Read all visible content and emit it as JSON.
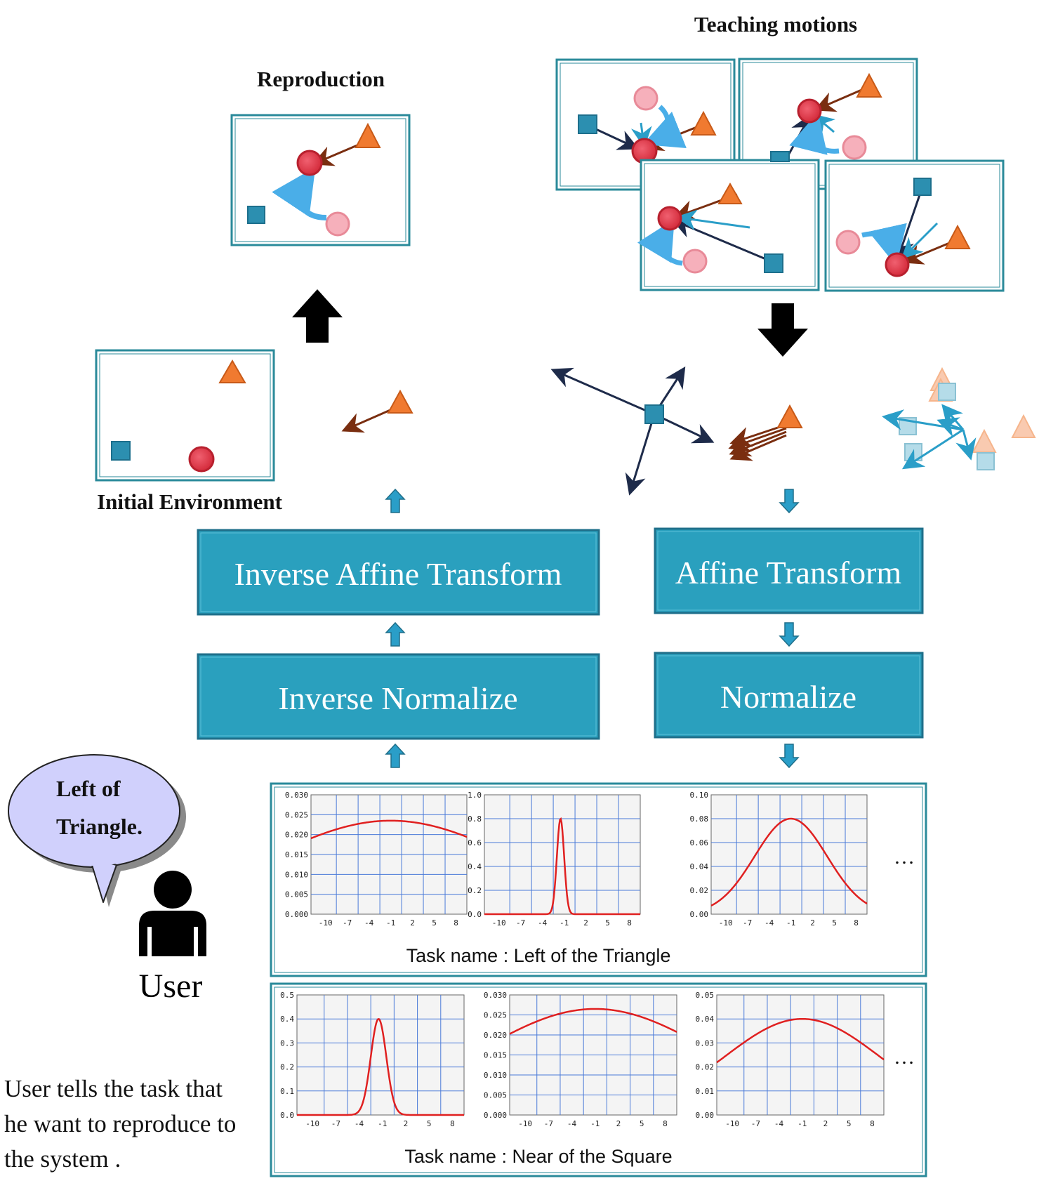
{
  "labels": {
    "teaching_motions": "Teaching motions",
    "reproduction": "Reproduction",
    "initial_environment": "Initial Environment",
    "user": "User",
    "speech": [
      "Left of",
      "Triangle."
    ],
    "user_caption": [
      "User tells the task that",
      "he want to reproduce to",
      "the system ."
    ],
    "ellipsis": "…"
  },
  "process": {
    "inverse_affine": "Inverse Affine Transform",
    "affine": "Affine Transform",
    "inverse_normalize": "Inverse Normalize",
    "normalize": "Normalize"
  },
  "colors": {
    "process_fill": "#2aa0be",
    "process_border": "#1f6f8a",
    "frame_border": "#2a8a9a",
    "circle": "#e04050",
    "circle_light": "#f6b0bb",
    "triangle": "#f07a30",
    "square": "#2c8fb0",
    "arrow_blue": "#4aaee8",
    "arrow_dark": "#1e2b4a",
    "arrow_brown": "#7a2e10",
    "curve": "#e02020",
    "grid": "#4a7ad8"
  },
  "chart_data": [
    {
      "task": "Task name : Left of the Triangle",
      "type": "line",
      "x_ticks": [
        "-10",
        "-7",
        "-4",
        "-1",
        "2",
        "5",
        "8"
      ],
      "plots": [
        {
          "mean": -1,
          "sd": 17,
          "peak": 0.0235,
          "ylim": [
            0,
            0.03
          ],
          "y_ticks": [
            "0.000",
            "0.005",
            "0.010",
            "0.015",
            "0.020",
            "0.025",
            "0.030"
          ]
        },
        {
          "mean": -1.5,
          "sd": 0.5,
          "peak": 0.8,
          "ylim": [
            0,
            1.0
          ],
          "y_ticks": [
            "0.0",
            "0.2",
            "0.4",
            "0.6",
            "0.8",
            "1.0"
          ]
        },
        {
          "mean": -1,
          "sd": 5,
          "peak": 0.08,
          "ylim": [
            0,
            0.1
          ],
          "y_ticks": [
            "0.00",
            "0.02",
            "0.04",
            "0.06",
            "0.08",
            "0.10"
          ]
        }
      ]
    },
    {
      "task": "Task name : Near of the Square",
      "type": "line",
      "x_ticks": [
        "-10",
        "-7",
        "-4",
        "-1",
        "2",
        "5",
        "8"
      ],
      "plots": [
        {
          "mean": -1.5,
          "sd": 1.0,
          "peak": 0.4,
          "ylim": [
            0,
            0.5
          ],
          "y_ticks": [
            "0.0",
            "0.1",
            "0.2",
            "0.3",
            "0.4",
            "0.5"
          ]
        },
        {
          "mean": -1,
          "sd": 15,
          "peak": 0.0265,
          "ylim": [
            0,
            0.03
          ],
          "y_ticks": [
            "0.000",
            "0.005",
            "0.010",
            "0.015",
            "0.020",
            "0.025",
            "0.030"
          ]
        },
        {
          "mean": -1,
          "sd": 10,
          "peak": 0.04,
          "ylim": [
            0,
            0.05
          ],
          "y_ticks": [
            "0.00",
            "0.01",
            "0.02",
            "0.03",
            "0.04",
            "0.05"
          ]
        }
      ]
    }
  ]
}
